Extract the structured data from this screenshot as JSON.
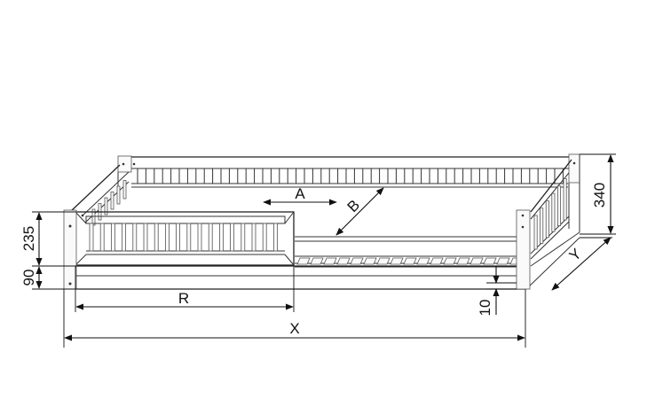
{
  "diagram": {
    "labels": {
      "a": "A",
      "b": "B",
      "r": "R",
      "x": "X",
      "y": "Y",
      "h340": "340",
      "h235": "235",
      "h90": "90",
      "h10": "10"
    }
  }
}
